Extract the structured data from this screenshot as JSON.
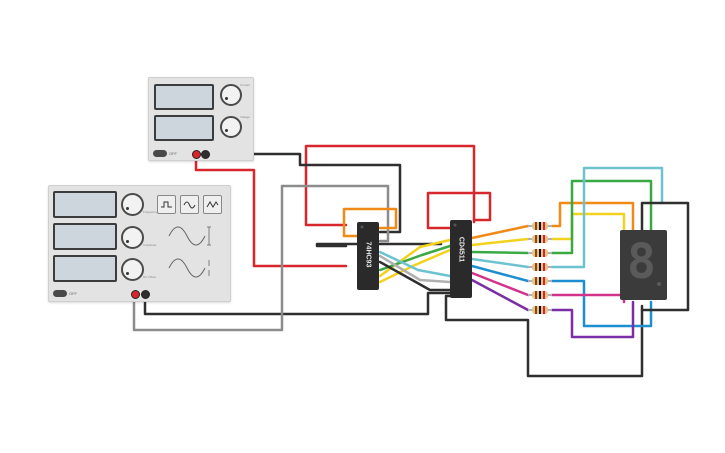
{
  "power_supply": {
    "toggle_label": "OFF",
    "label_a": "Current",
    "label_b": "Voltage"
  },
  "function_generator": {
    "toggle_label": "OFF",
    "knob_labels": [
      "Frequency",
      "Amplitude",
      "DC Offset"
    ],
    "wave_buttons": [
      "square-wave-icon",
      "sine-wave-icon",
      "triangle-wave-icon"
    ]
  },
  "chips": {
    "chip1_label": "74HC93",
    "chip2_label": "CD4511"
  },
  "seven_segment": {
    "digit": "8"
  },
  "wire_colors": {
    "red": "#d7262c",
    "black": "#2f2f2f",
    "gray": "#8c8c8c",
    "orange": "#ef8a17",
    "yellow": "#f2d21c",
    "green": "#3aa843",
    "light_blue": "#6cc3cf",
    "blue": "#1d8fd0",
    "magenta": "#d3328c",
    "purple": "#7b2fa6"
  }
}
